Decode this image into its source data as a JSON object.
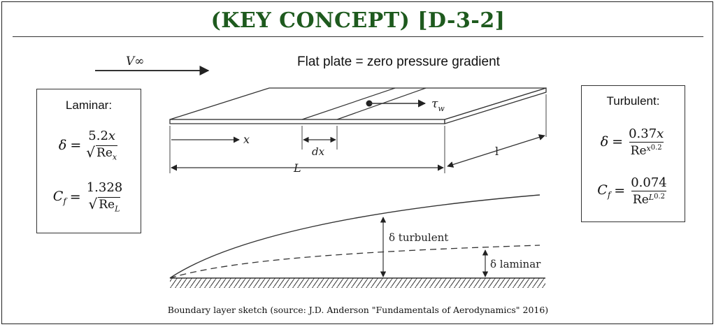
{
  "header": {
    "title": "(KEY CONCEPT) [D-3-2]",
    "subtitle": "Flat plate = zero pressure gradient"
  },
  "laminar": {
    "heading": "Laminar:",
    "delta": {
      "symbol": "δ",
      "numerator": "5.2",
      "numerator_var": "x",
      "radicand": "Re",
      "radicand_sub": "x"
    },
    "cf": {
      "symbol": "C",
      "symbol_sub": "f",
      "numerator": "1.328",
      "radicand": "Re",
      "radicand_sub": "L"
    }
  },
  "turbulent": {
    "heading": "Turbulent:",
    "delta": {
      "symbol": "δ",
      "numerator": "0.37",
      "numerator_var": "x",
      "denominator": "Re",
      "denominator_sub": "x",
      "exponent": "0.2"
    },
    "cf": {
      "symbol": "C",
      "symbol_sub": "f",
      "numerator": "0.074",
      "denominator": "Re",
      "denominator_sub": "L",
      "exponent": "0.2"
    }
  },
  "sketch": {
    "freestream_label": "V∞",
    "wall_shear_label": "τ",
    "wall_shear_sub": "w",
    "x_label": "x",
    "dx_label": "dx",
    "length_label": "L",
    "width_label": "l",
    "turbulent_label": "δ turbulent",
    "laminar_label": "δ laminar"
  },
  "caption": "Boundary layer sketch (source: J.D. Anderson \"Fundamentals of Aerodynamics\" 2016)"
}
